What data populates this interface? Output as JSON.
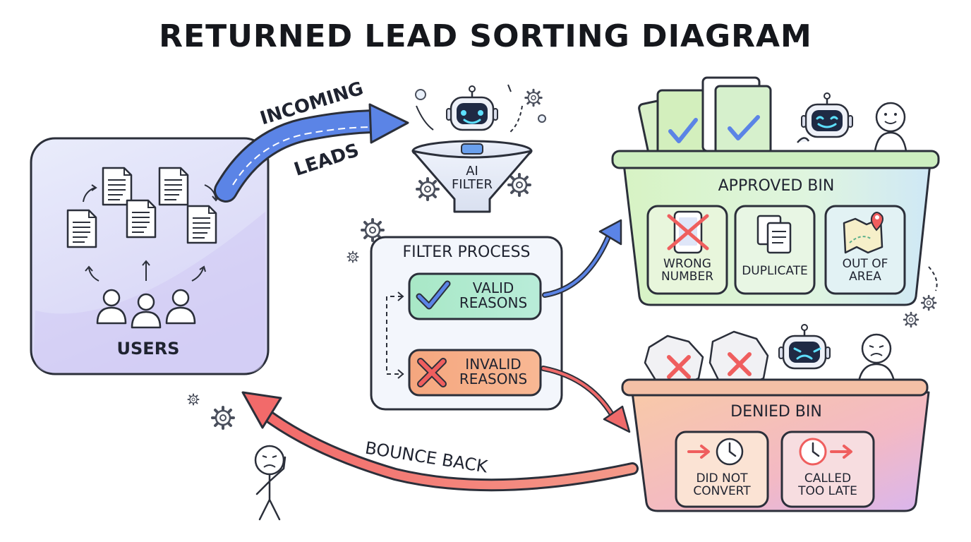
{
  "title": "RETURNED LEAD SORTING DIAGRAM",
  "users": {
    "label": "USERS"
  },
  "incoming_arrow": {
    "line1": "INCOMING",
    "line2": "LEADS"
  },
  "ai_filter": {
    "line1": "AI",
    "line2": "FILTER"
  },
  "filter_process": {
    "title": "FILTER PROCESS",
    "valid": {
      "line1": "VALID",
      "line2": "REASONS"
    },
    "invalid": {
      "line1": "INVALID",
      "line2": "REASONS"
    }
  },
  "approved_bin": {
    "title": "APPROVED BIN",
    "items": [
      {
        "line1": "WRONG",
        "line2": "NUMBER",
        "icon": "phone-crossed-icon"
      },
      {
        "line1": "DUPLICATE",
        "line2": "",
        "icon": "duplicate-documents-icon"
      },
      {
        "line1": "OUT OF",
        "line2": "AREA",
        "icon": "map-pin-icon"
      }
    ]
  },
  "denied_bin": {
    "title": "DENIED BIN",
    "items": [
      {
        "line1": "DID NOT",
        "line2": "CONVERT",
        "icon": "arrow-clock-icon"
      },
      {
        "line1": "CALLED",
        "line2": "TOO LATE",
        "icon": "clock-arrow-icon"
      }
    ]
  },
  "bounce_arrow": {
    "label": "BOUNCE BACK"
  },
  "colors": {
    "users_panel": "#e3e3fb",
    "incoming_arrow": "#4f78e0",
    "valid": "#9fe6c9",
    "invalid": "#f4a47a",
    "approved_bin": "#d8f5cf",
    "denied_bin": "#f6c4b0",
    "bounce_arrow": "#ef6565",
    "outline": "#2b2f3a"
  }
}
